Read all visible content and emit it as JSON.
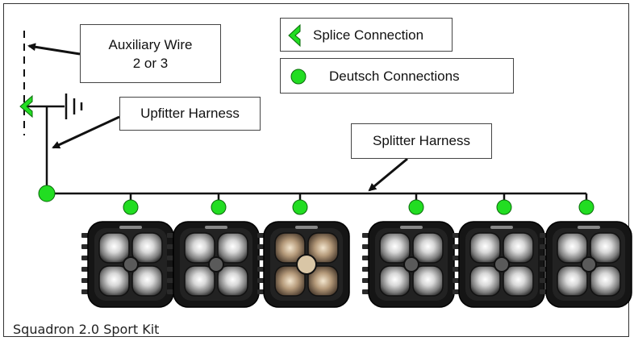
{
  "labels": {
    "auxiliary_line1": "Auxiliary Wire",
    "auxiliary_line2": "2 or 3",
    "upfitter": "Upfitter Harness",
    "splitter": "Splitter Harness",
    "caption": "Squadron 2.0 Sport Kit"
  },
  "legend": {
    "splice": "Splice Connection",
    "deutsch": "Deutsch Connections"
  },
  "colors": {
    "connector_green": "#22dd22",
    "wire": "#111111"
  },
  "icons": {
    "splice": "green-chevron-left-icon",
    "deutsch": "green-dot-icon",
    "ground": "ground-symbol-icon"
  },
  "lights": [
    {
      "style": "spot"
    },
    {
      "style": "spot"
    },
    {
      "style": "amber-clear"
    },
    {
      "style": "spot"
    },
    {
      "style": "spot"
    },
    {
      "style": "spot"
    }
  ]
}
